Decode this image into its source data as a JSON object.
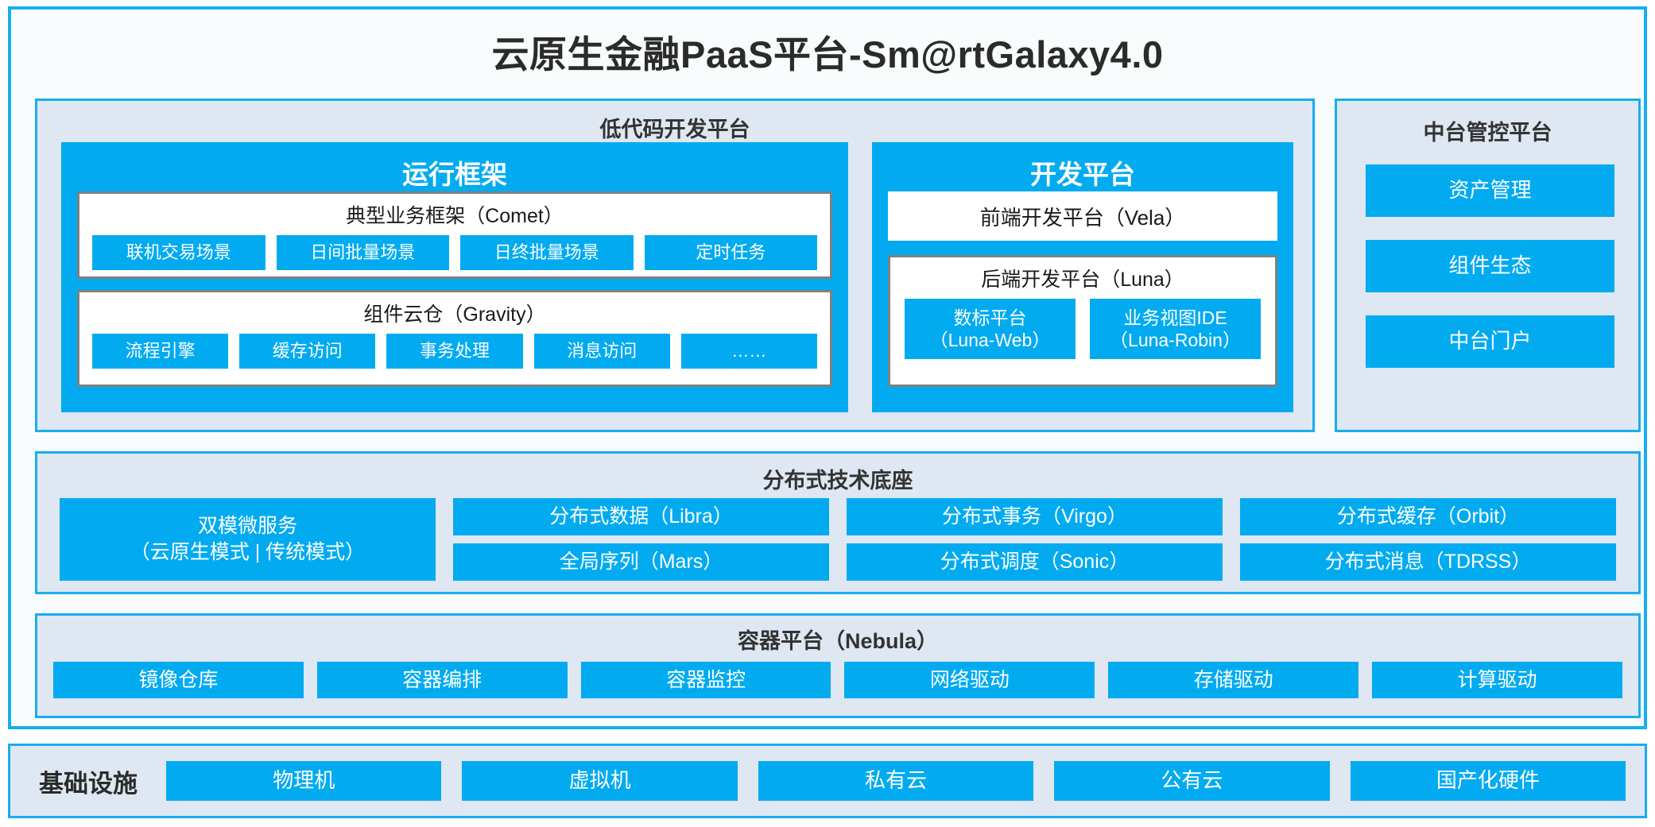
{
  "title": "云原生金融PaaS平台-Sm@rtGalaxy4.0",
  "colors": {
    "accent_blue": "#02ABF0",
    "panel_bg": "#DEE7F2",
    "panel_border": "#17AEEE",
    "box_border_gray": "#808080",
    "page_bg": "#F8FCFD"
  },
  "lowcode": {
    "title": "低代码开发平台",
    "runtime": {
      "title": "运行框架",
      "comet": {
        "title": "典型业务框架（Comet）",
        "items": [
          "联机交易场景",
          "日间批量场景",
          "日终批量场景",
          "定时任务"
        ]
      },
      "gravity": {
        "title": "组件云仓（Gravity）",
        "items": [
          "流程引擎",
          "缓存访问",
          "事务处理",
          "消息访问",
          "……"
        ]
      }
    },
    "dev": {
      "title": "开发平台",
      "frontend": "前端开发平台（Vela）",
      "backend": {
        "title": "后端开发平台（Luna）",
        "items": [
          {
            "line1": "数标平台",
            "line2": "（Luna-Web）"
          },
          {
            "line1": "业务视图IDE",
            "line2": "（Luna-Robin）"
          }
        ]
      }
    }
  },
  "midoffice": {
    "title": "中台管控平台",
    "items": [
      "资产管理",
      "组件生态",
      "中台门户"
    ]
  },
  "distributed": {
    "title": "分布式技术底座",
    "microservice": {
      "line1": "双模微服务",
      "line2": "（云原生模式 | 传统模式）"
    },
    "columns": [
      [
        "分布式数据（Libra）",
        "全局序列（Mars）"
      ],
      [
        "分布式事务（Virgo）",
        "分布式调度（Sonic）"
      ],
      [
        "分布式缓存（Orbit）",
        "分布式消息（TDRSS）"
      ]
    ]
  },
  "container": {
    "title": "容器平台（Nebula）",
    "items": [
      "镜像仓库",
      "容器编排",
      "容器监控",
      "网络驱动",
      "存储驱动",
      "计算驱动"
    ]
  },
  "infrastructure": {
    "label": "基础设施",
    "items": [
      "物理机",
      "虚拟机",
      "私有云",
      "公有云",
      "国产化硬件"
    ]
  }
}
